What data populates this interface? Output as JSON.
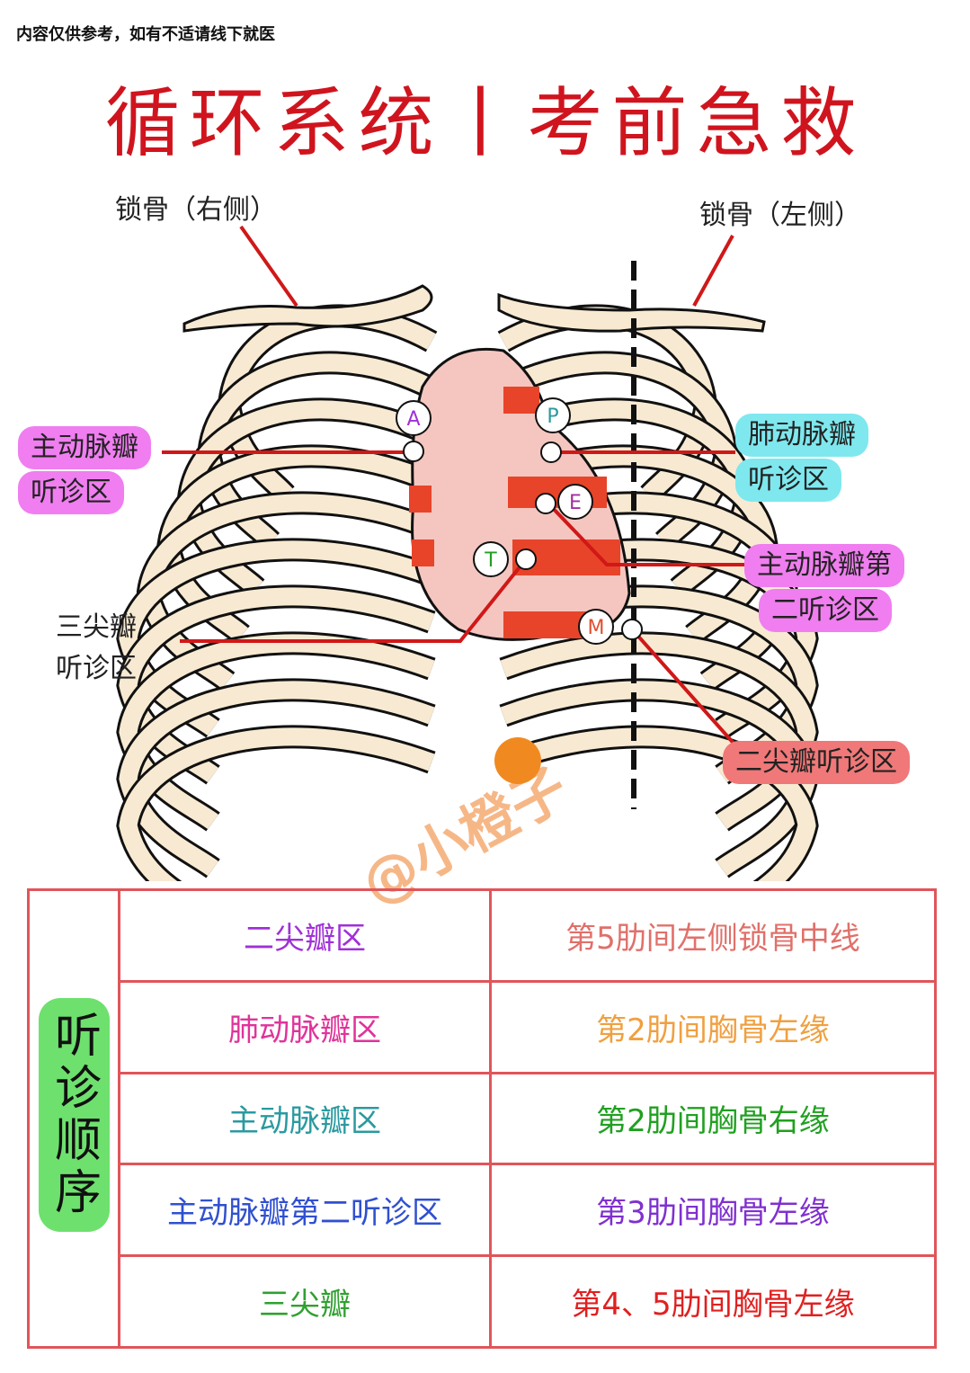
{
  "disclaimer": "内容仅供参考，如有不适请线下就医",
  "title": "循环系统丨考前急救",
  "diagram": {
    "clavicle_right": "锁骨（右侧）",
    "clavicle_left": "锁骨（左侧）",
    "aortic_area": [
      "主动脉瓣",
      "听诊区"
    ],
    "pulmonary_area": [
      "肺动脉瓣",
      "听诊区"
    ],
    "erb_area": [
      "主动脉瓣第",
      "二听诊区"
    ],
    "tricuspid_area": [
      "三尖瓣",
      "听诊区"
    ],
    "mitral_area": "二尖瓣听诊区",
    "markers": {
      "A": "A",
      "P": "P",
      "E": "E",
      "T": "T",
      "M": "M"
    },
    "watermark": "@小橙子"
  },
  "table": {
    "side_label": "听诊顺序",
    "rows": [
      {
        "area": "二尖瓣区",
        "location": "第5肋间左侧锁骨中线",
        "area_color": "#a030d8",
        "loc_color": "#e0706a"
      },
      {
        "area": "肺动脉瓣区",
        "location": "第2肋间胸骨左缘",
        "area_color": "#e0339a",
        "loc_color": "#f0a040"
      },
      {
        "area": "主动脉瓣区",
        "location": "第2肋间胸骨右缘",
        "area_color": "#2a9aa0",
        "loc_color": "#20a020"
      },
      {
        "area": "主动脉瓣第二听诊区",
        "location": "第3肋间胸骨左缘",
        "area_color": "#3050d0",
        "loc_color": "#8030d0"
      },
      {
        "area": "三尖瓣",
        "location": "第4、5肋间胸骨左缘",
        "area_color": "#30a030",
        "loc_color": "#e02020"
      }
    ]
  }
}
